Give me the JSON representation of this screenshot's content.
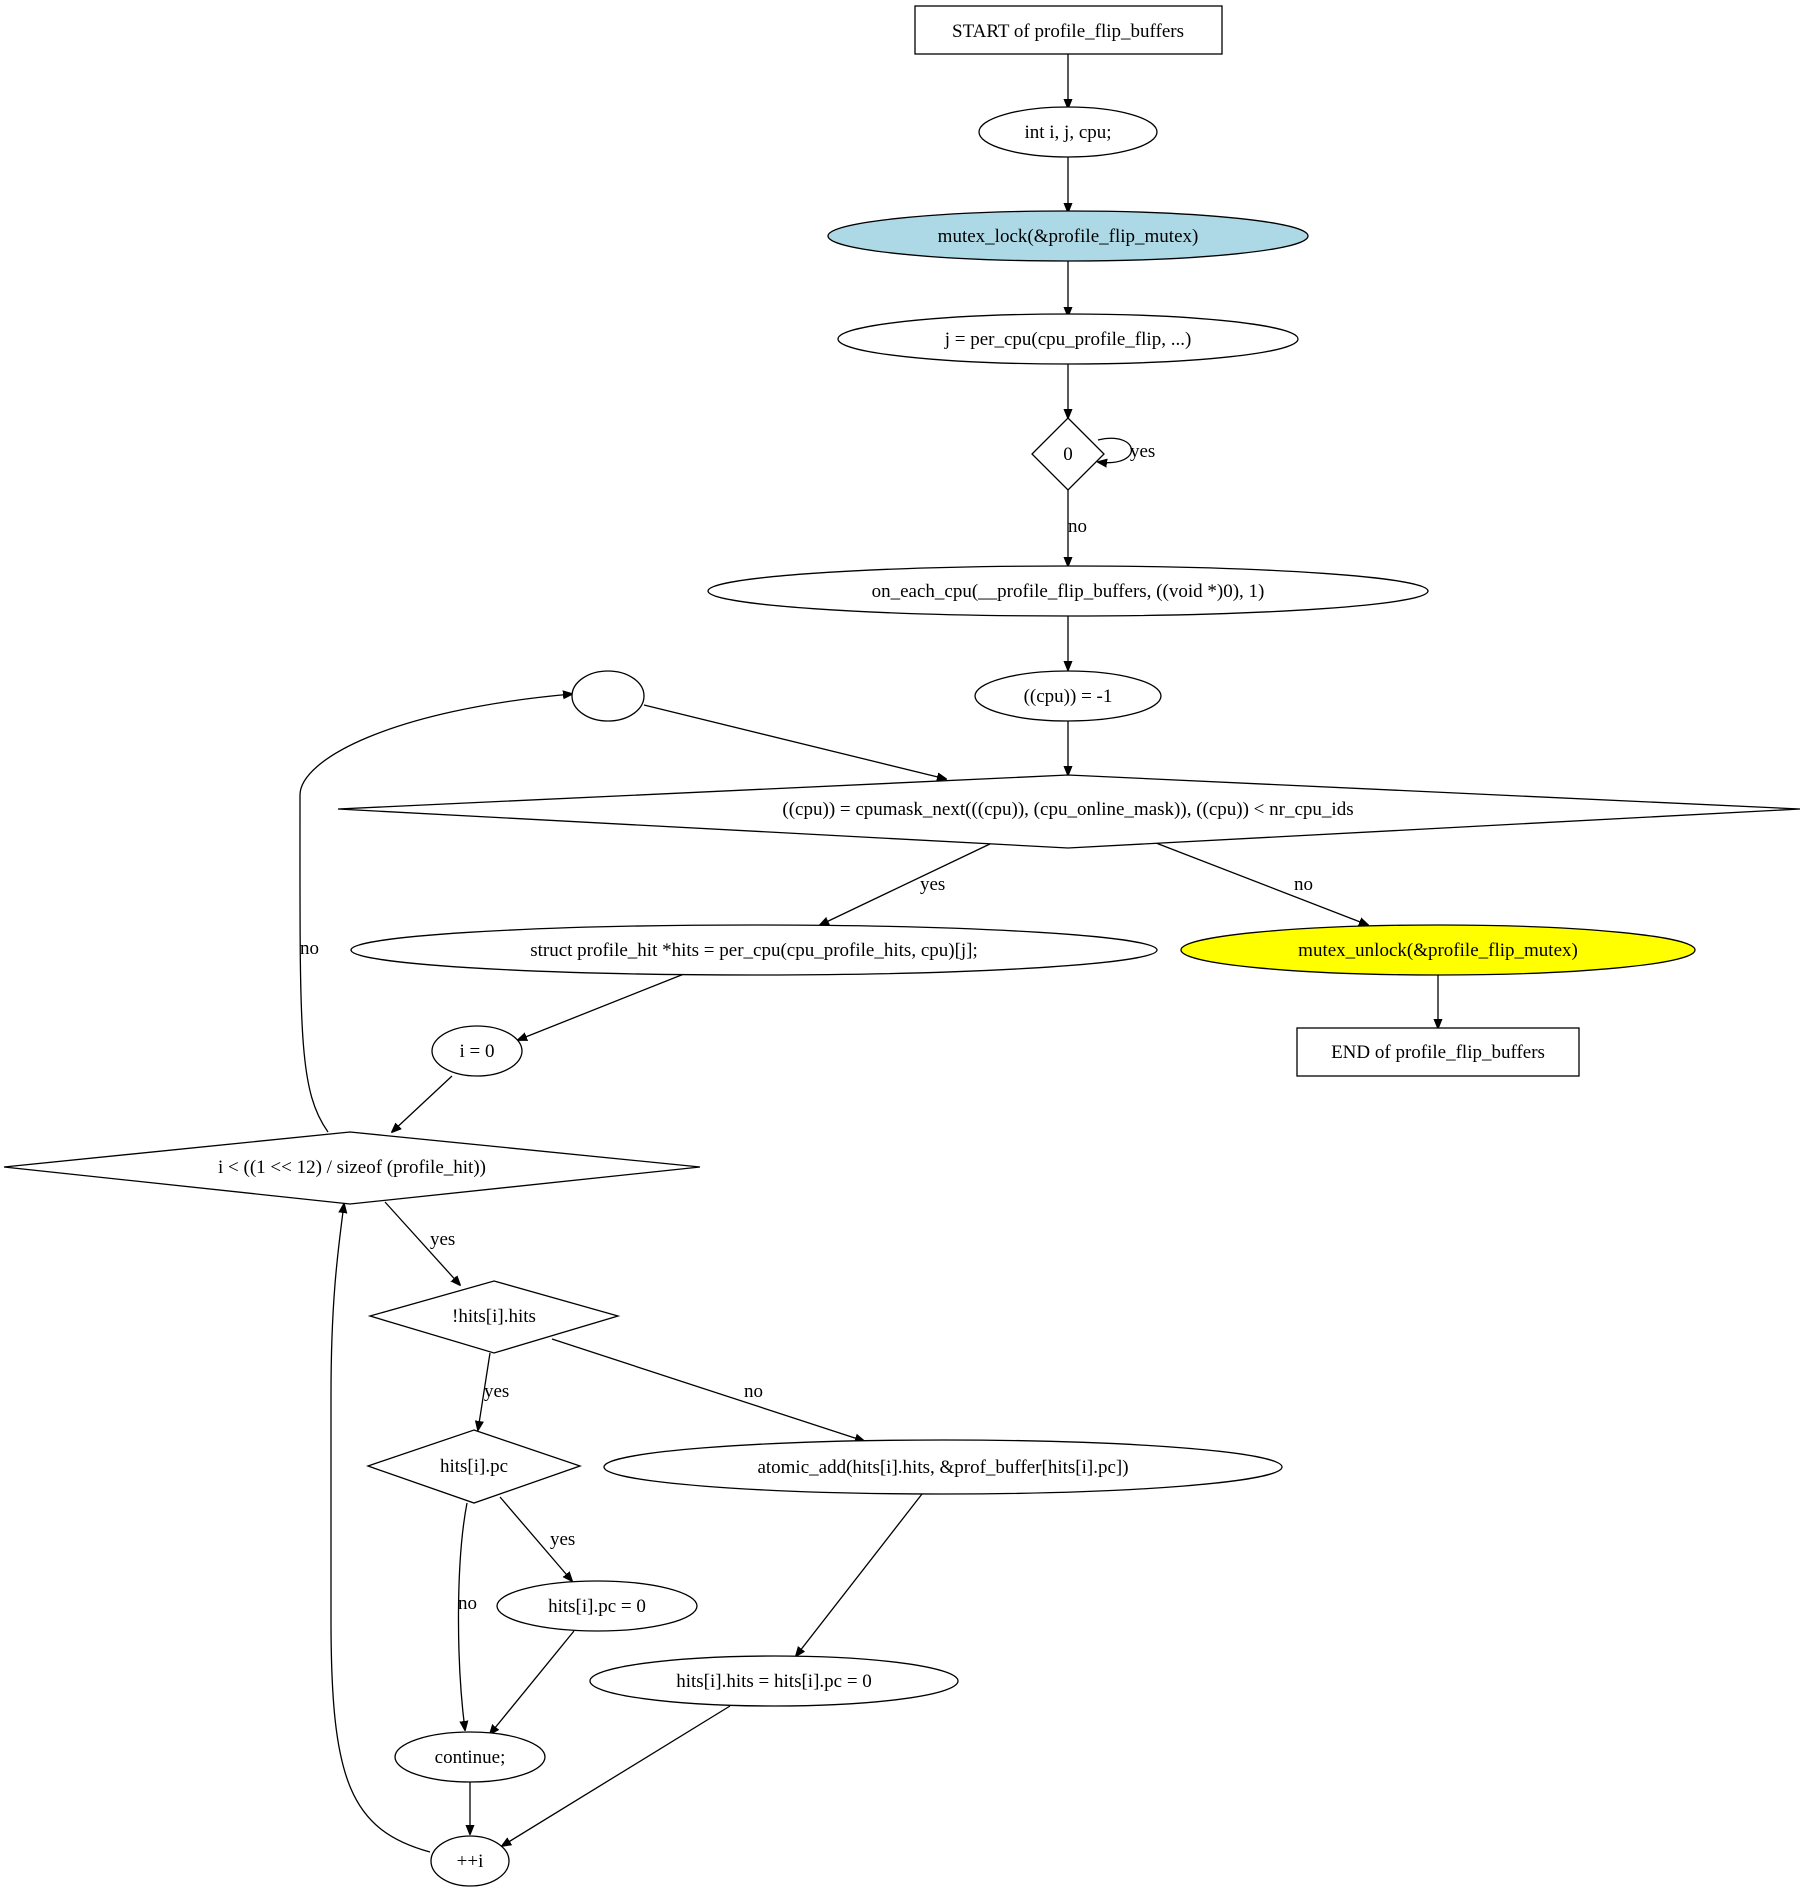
{
  "diagram": {
    "nodes": {
      "start": "START of profile_flip_buffers",
      "decl": "int i, j, cpu;",
      "lock": "mutex_lock(&profile_flip_mutex)",
      "assign_j": "j = per_cpu(cpu_profile_flip, ...)",
      "cond0": "0",
      "on_each_cpu": "on_each_cpu(__profile_flip_buffers, ((void *)0), 1)",
      "cpu_init": "((cpu)) = -1",
      "empty": "",
      "cpu_loop": "((cpu)) = cpumask_next(((cpu)), (cpu_online_mask)), ((cpu)) < nr_cpu_ids",
      "hits_decl": "struct profile_hit *hits = per_cpu(cpu_profile_hits, cpu)[j];",
      "unlock": "mutex_unlock(&profile_flip_mutex)",
      "end": "END of profile_flip_buffers",
      "i_init": "i = 0",
      "i_loop": "i < ((1 << 12) / sizeof (profile_hit))",
      "not_hits": "!hits[i].hits",
      "hits_pc": "hits[i].pc",
      "atomic_add": "atomic_add(hits[i].hits, &prof_buffer[hits[i].pc])",
      "pc_zero": "hits[i].pc = 0",
      "hits_zero": "hits[i].hits = hits[i].pc = 0",
      "continue": "continue;",
      "inc_i": "++i"
    },
    "edge_labels": {
      "cond0_yes": "yes",
      "cond0_no": "no",
      "cpu_yes": "yes",
      "cpu_no": "no",
      "i_no": "no",
      "i_yes": "yes",
      "not_hits_yes": "yes",
      "not_hits_no": "no",
      "pc_yes": "yes",
      "pc_no": "no"
    },
    "colors": {
      "lock_fill": "#add8e6",
      "unlock_fill": "#ffff00"
    }
  }
}
